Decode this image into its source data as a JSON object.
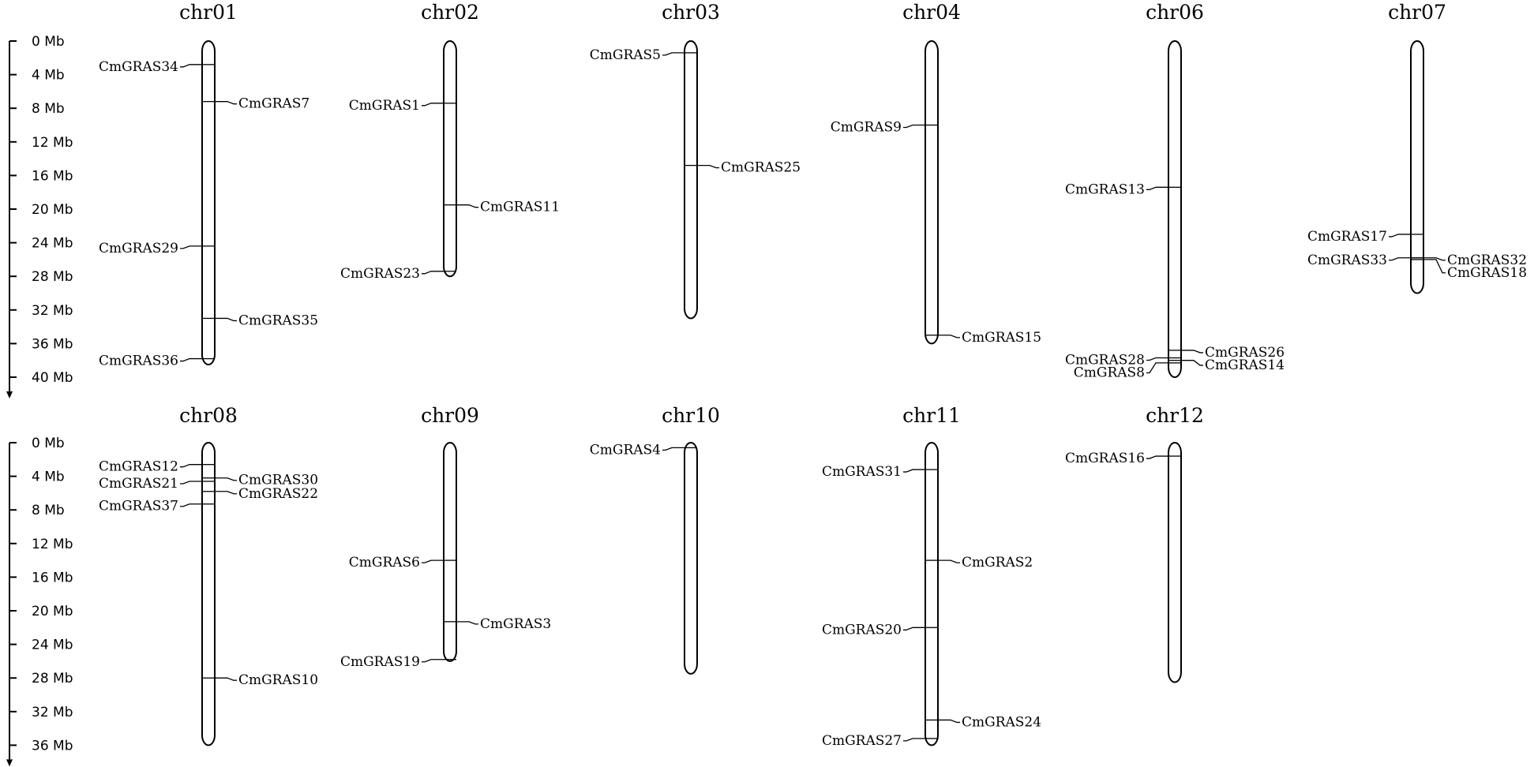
{
  "unit": "Mb",
  "rows": [
    {
      "scale_ticks": [
        "0 Mb",
        "4 Mb",
        "8 Mb",
        "12 Mb",
        "16 Mb",
        "20 Mb",
        "24 Mb",
        "28 Mb",
        "32 Mb",
        "36 Mb",
        "40 Mb"
      ],
      "chromosomes": [
        {
          "name": "chr01",
          "length": 38.5,
          "genes": [
            {
              "id": "CmGRAS34",
              "pos": 2.8,
              "side": "left"
            },
            {
              "id": "CmGRAS7",
              "pos": 7.2,
              "side": "right"
            },
            {
              "id": "CmGRAS29",
              "pos": 24.4,
              "side": "left"
            },
            {
              "id": "CmGRAS35",
              "pos": 33.0,
              "side": "right"
            },
            {
              "id": "CmGRAS36",
              "pos": 37.8,
              "side": "left"
            }
          ]
        },
        {
          "name": "chr02",
          "length": 28.0,
          "genes": [
            {
              "id": "CmGRAS1",
              "pos": 7.4,
              "side": "left"
            },
            {
              "id": "CmGRAS11",
              "pos": 19.5,
              "side": "right"
            },
            {
              "id": "CmGRAS23",
              "pos": 27.4,
              "side": "left"
            }
          ]
        },
        {
          "name": "chr03",
          "length": 33.0,
          "genes": [
            {
              "id": "CmGRAS5",
              "pos": 1.4,
              "side": "left"
            },
            {
              "id": "CmGRAS25",
              "pos": 14.8,
              "side": "right"
            }
          ]
        },
        {
          "name": "chr04",
          "length": 36.0,
          "genes": [
            {
              "id": "CmGRAS9",
              "pos": 10.0,
              "side": "left"
            },
            {
              "id": "CmGRAS15",
              "pos": 35.0,
              "side": "right"
            }
          ]
        },
        {
          "name": "chr06",
          "length": 40.0,
          "genes": [
            {
              "id": "CmGRAS13",
              "pos": 17.4,
              "side": "left"
            },
            {
              "id": "CmGRAS28",
              "pos": 37.7,
              "side": "left"
            },
            {
              "id": "CmGRAS26",
              "pos": 36.8,
              "side": "right"
            },
            {
              "id": "CmGRAS8",
              "pos": 38.3,
              "side": "left"
            },
            {
              "id": "CmGRAS14",
              "pos": 38.0,
              "side": "right"
            }
          ]
        },
        {
          "name": "chr07",
          "length": 30.0,
          "genes": [
            {
              "id": "CmGRAS17",
              "pos": 23.0,
              "side": "left"
            },
            {
              "id": "CmGRAS33",
              "pos": 25.8,
              "side": "left"
            },
            {
              "id": "CmGRAS32",
              "pos": 25.8,
              "side": "right"
            },
            {
              "id": "CmGRAS18",
              "pos": 26.0,
              "side": "right"
            }
          ]
        }
      ]
    },
    {
      "scale_ticks": [
        "0 Mb",
        "4 Mb",
        "8 Mb",
        "12 Mb",
        "16 Mb",
        "20 Mb",
        "24 Mb",
        "28 Mb",
        "32 Mb",
        "36 Mb"
      ],
      "chromosomes": [
        {
          "name": "chr08",
          "length": 36.0,
          "genes": [
            {
              "id": "CmGRAS12",
              "pos": 2.6,
              "side": "left"
            },
            {
              "id": "CmGRAS30",
              "pos": 4.2,
              "side": "right"
            },
            {
              "id": "CmGRAS21",
              "pos": 4.6,
              "side": "left"
            },
            {
              "id": "CmGRAS22",
              "pos": 5.8,
              "side": "right"
            },
            {
              "id": "CmGRAS37",
              "pos": 7.3,
              "side": "left"
            },
            {
              "id": "CmGRAS10",
              "pos": 28.0,
              "side": "right"
            }
          ]
        },
        {
          "name": "chr09",
          "length": 26.0,
          "genes": [
            {
              "id": "CmGRAS6",
              "pos": 14.0,
              "side": "left"
            },
            {
              "id": "CmGRAS3",
              "pos": 21.3,
              "side": "right"
            },
            {
              "id": "CmGRAS19",
              "pos": 25.8,
              "side": "left"
            }
          ]
        },
        {
          "name": "chr10",
          "length": 27.5,
          "genes": [
            {
              "id": "CmGRAS4",
              "pos": 0.6,
              "side": "left"
            }
          ]
        },
        {
          "name": "chr11",
          "length": 36.0,
          "genes": [
            {
              "id": "CmGRAS31",
              "pos": 3.2,
              "side": "left"
            },
            {
              "id": "CmGRAS2",
              "pos": 14.0,
              "side": "right"
            },
            {
              "id": "CmGRAS20",
              "pos": 22.0,
              "side": "left"
            },
            {
              "id": "CmGRAS24",
              "pos": 33.0,
              "side": "right"
            },
            {
              "id": "CmGRAS27",
              "pos": 35.2,
              "side": "left"
            }
          ]
        },
        {
          "name": "chr12",
          "length": 28.5,
          "genes": [
            {
              "id": "CmGRAS16",
              "pos": 1.6,
              "side": "left"
            }
          ]
        }
      ]
    }
  ]
}
